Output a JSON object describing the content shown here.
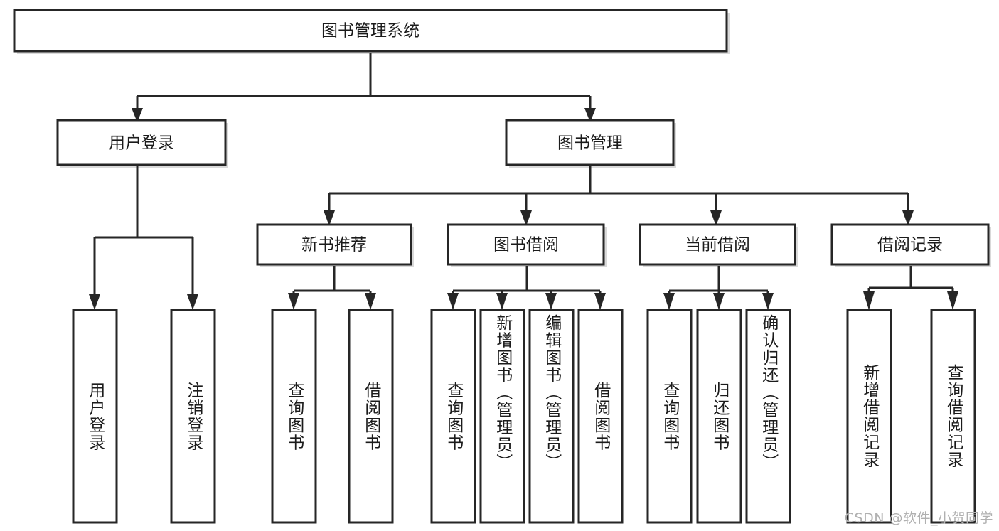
{
  "diagram": {
    "type": "tree-hierarchy",
    "title": "图书管理系统",
    "orientation": "top-down",
    "root": {
      "id": "root",
      "label": "图书管理系统",
      "orientation": "horizontal"
    },
    "level2": [
      {
        "id": "user-login",
        "label": "用户登录",
        "orientation": "horizontal"
      },
      {
        "id": "book-mgmt",
        "label": "图书管理",
        "orientation": "horizontal"
      }
    ],
    "level3": [
      {
        "id": "new-book-rec",
        "label": "新书推荐",
        "orientation": "horizontal"
      },
      {
        "id": "book-borrow",
        "label": "图书借阅",
        "orientation": "horizontal"
      },
      {
        "id": "current-borrow",
        "label": "当前借阅",
        "orientation": "horizontal"
      },
      {
        "id": "borrow-record",
        "label": "借阅记录",
        "orientation": "horizontal"
      }
    ],
    "leaves": [
      {
        "id": "leaf-user-login",
        "label": "用户登录",
        "parent": "user-login",
        "orientation": "vertical",
        "align": "center"
      },
      {
        "id": "leaf-user-logout",
        "label": "注销登录",
        "parent": "user-login",
        "orientation": "vertical",
        "align": "center"
      },
      {
        "id": "leaf-query-book-1",
        "label": "查询图书",
        "parent": "new-book-rec",
        "orientation": "vertical",
        "align": "center"
      },
      {
        "id": "leaf-borrow-book-1",
        "label": "借阅图书",
        "parent": "new-book-rec",
        "orientation": "vertical",
        "align": "center"
      },
      {
        "id": "leaf-query-book-2",
        "label": "查询图书",
        "parent": "book-borrow",
        "orientation": "vertical",
        "align": "center"
      },
      {
        "id": "leaf-add-book",
        "label": "新增图书（管理员）",
        "parent": "book-borrow",
        "orientation": "vertical",
        "align": "top"
      },
      {
        "id": "leaf-edit-book",
        "label": "编辑图书（管理员）",
        "parent": "book-borrow",
        "orientation": "vertical",
        "align": "top"
      },
      {
        "id": "leaf-borrow-book-2",
        "label": "借阅图书",
        "parent": "book-borrow",
        "orientation": "vertical",
        "align": "center"
      },
      {
        "id": "leaf-query-book-3",
        "label": "查询图书",
        "parent": "current-borrow",
        "orientation": "vertical",
        "align": "center"
      },
      {
        "id": "leaf-return-book",
        "label": "归还图书",
        "parent": "current-borrow",
        "orientation": "vertical",
        "align": "center"
      },
      {
        "id": "leaf-confirm-return",
        "label": "确认归还（管理员）",
        "parent": "current-borrow",
        "orientation": "vertical",
        "align": "top"
      },
      {
        "id": "leaf-add-record",
        "label": "新增借阅记录",
        "parent": "borrow-record",
        "orientation": "vertical",
        "align": "center"
      },
      {
        "id": "leaf-query-record",
        "label": "查询借阅记录",
        "parent": "borrow-record",
        "orientation": "vertical",
        "align": "center"
      }
    ]
  },
  "watermark": {
    "text": "CSDN @软件_小贺同学"
  },
  "colors": {
    "background": "#ffffff",
    "box_stroke": "#262626",
    "box_fill": "#ffffff",
    "shadow": "#b9b9b9",
    "text": "#1b1b1b",
    "watermark": "#b0b0b0"
  }
}
